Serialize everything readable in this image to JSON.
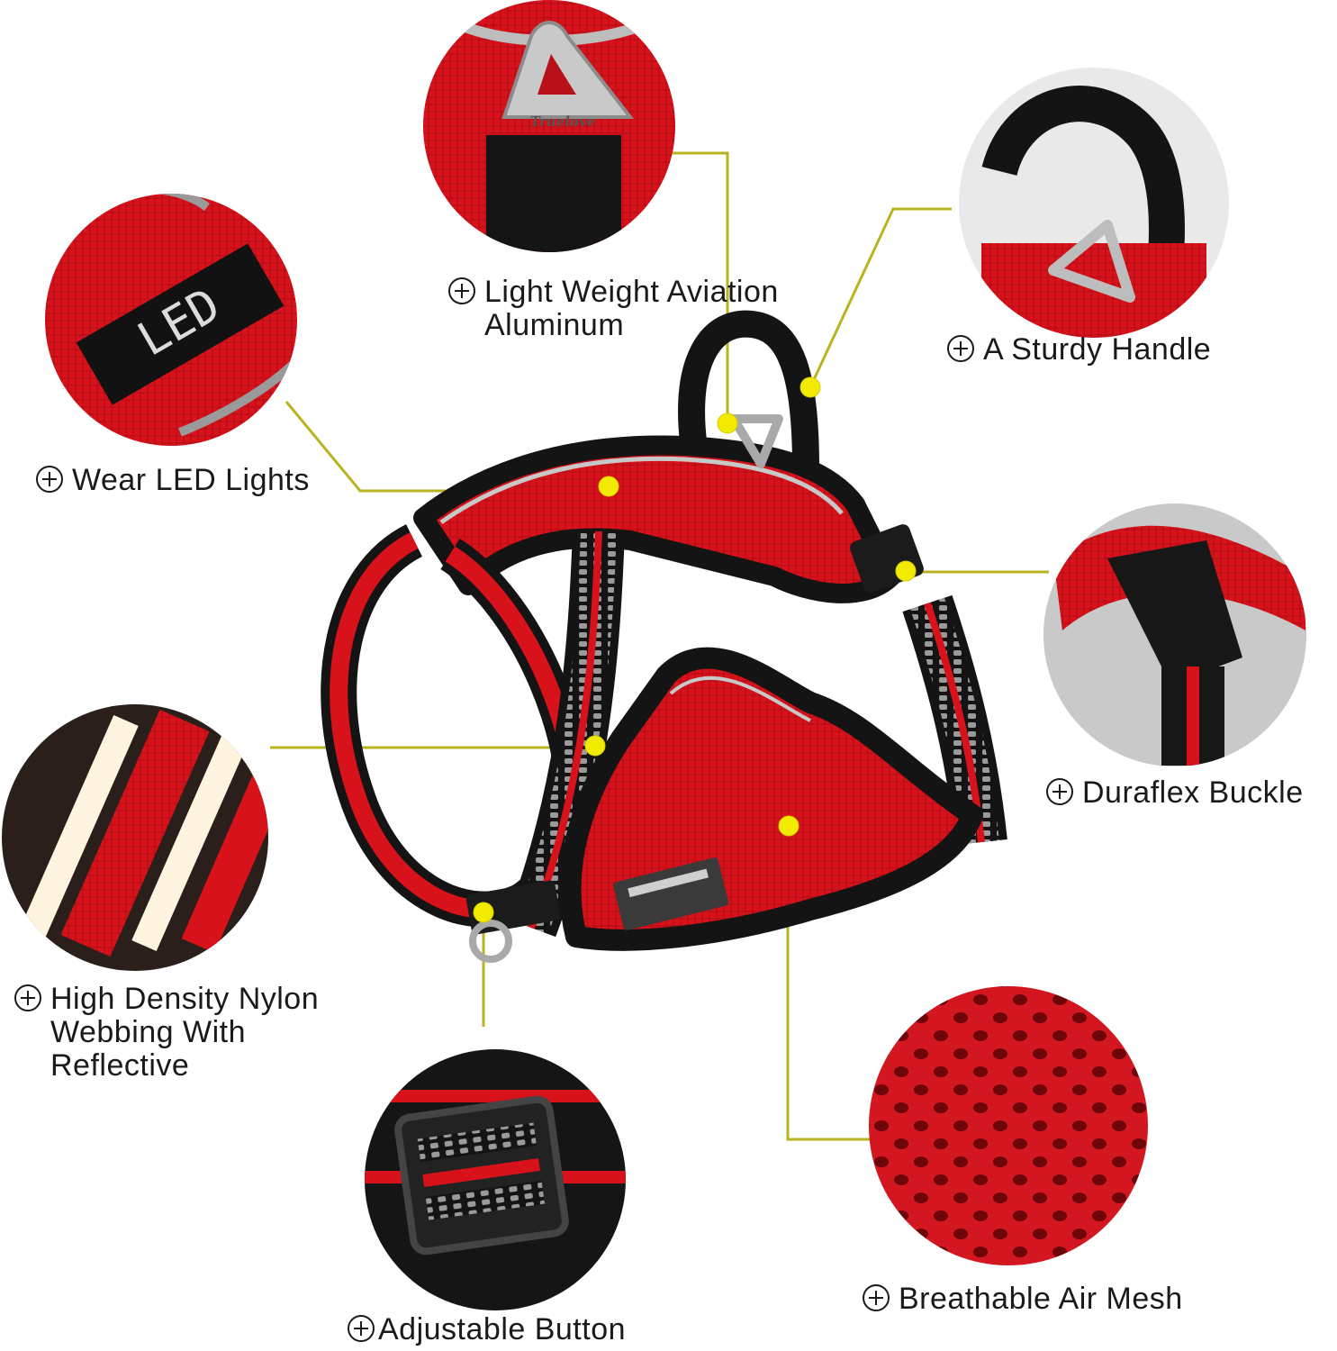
{
  "features": [
    {
      "id": "aluminum",
      "lines": [
        "Light Weight Aviation",
        "Aluminum"
      ]
    },
    {
      "id": "handle",
      "lines": [
        "A Sturdy Handle"
      ]
    },
    {
      "id": "led",
      "lines": [
        "Wear LED Lights"
      ]
    },
    {
      "id": "buckle",
      "lines": [
        "Duraflex Buckle"
      ]
    },
    {
      "id": "webbing",
      "lines": [
        "High Density Nylon",
        "Webbing With",
        "Reflective"
      ]
    },
    {
      "id": "mesh",
      "lines": [
        "Breathable Air Mesh"
      ]
    },
    {
      "id": "button",
      "lines": [
        "Adjustable Button"
      ]
    }
  ],
  "brand_engraving": "Truelove",
  "led_tag_text": "LED",
  "colors": {
    "harness_red": "#d8121b",
    "trim_black": "#141414",
    "reflective": "#bdbdbd",
    "callout_dot": "#f2ea00",
    "callout_line": "#b9b320",
    "background": "#ffffff"
  }
}
